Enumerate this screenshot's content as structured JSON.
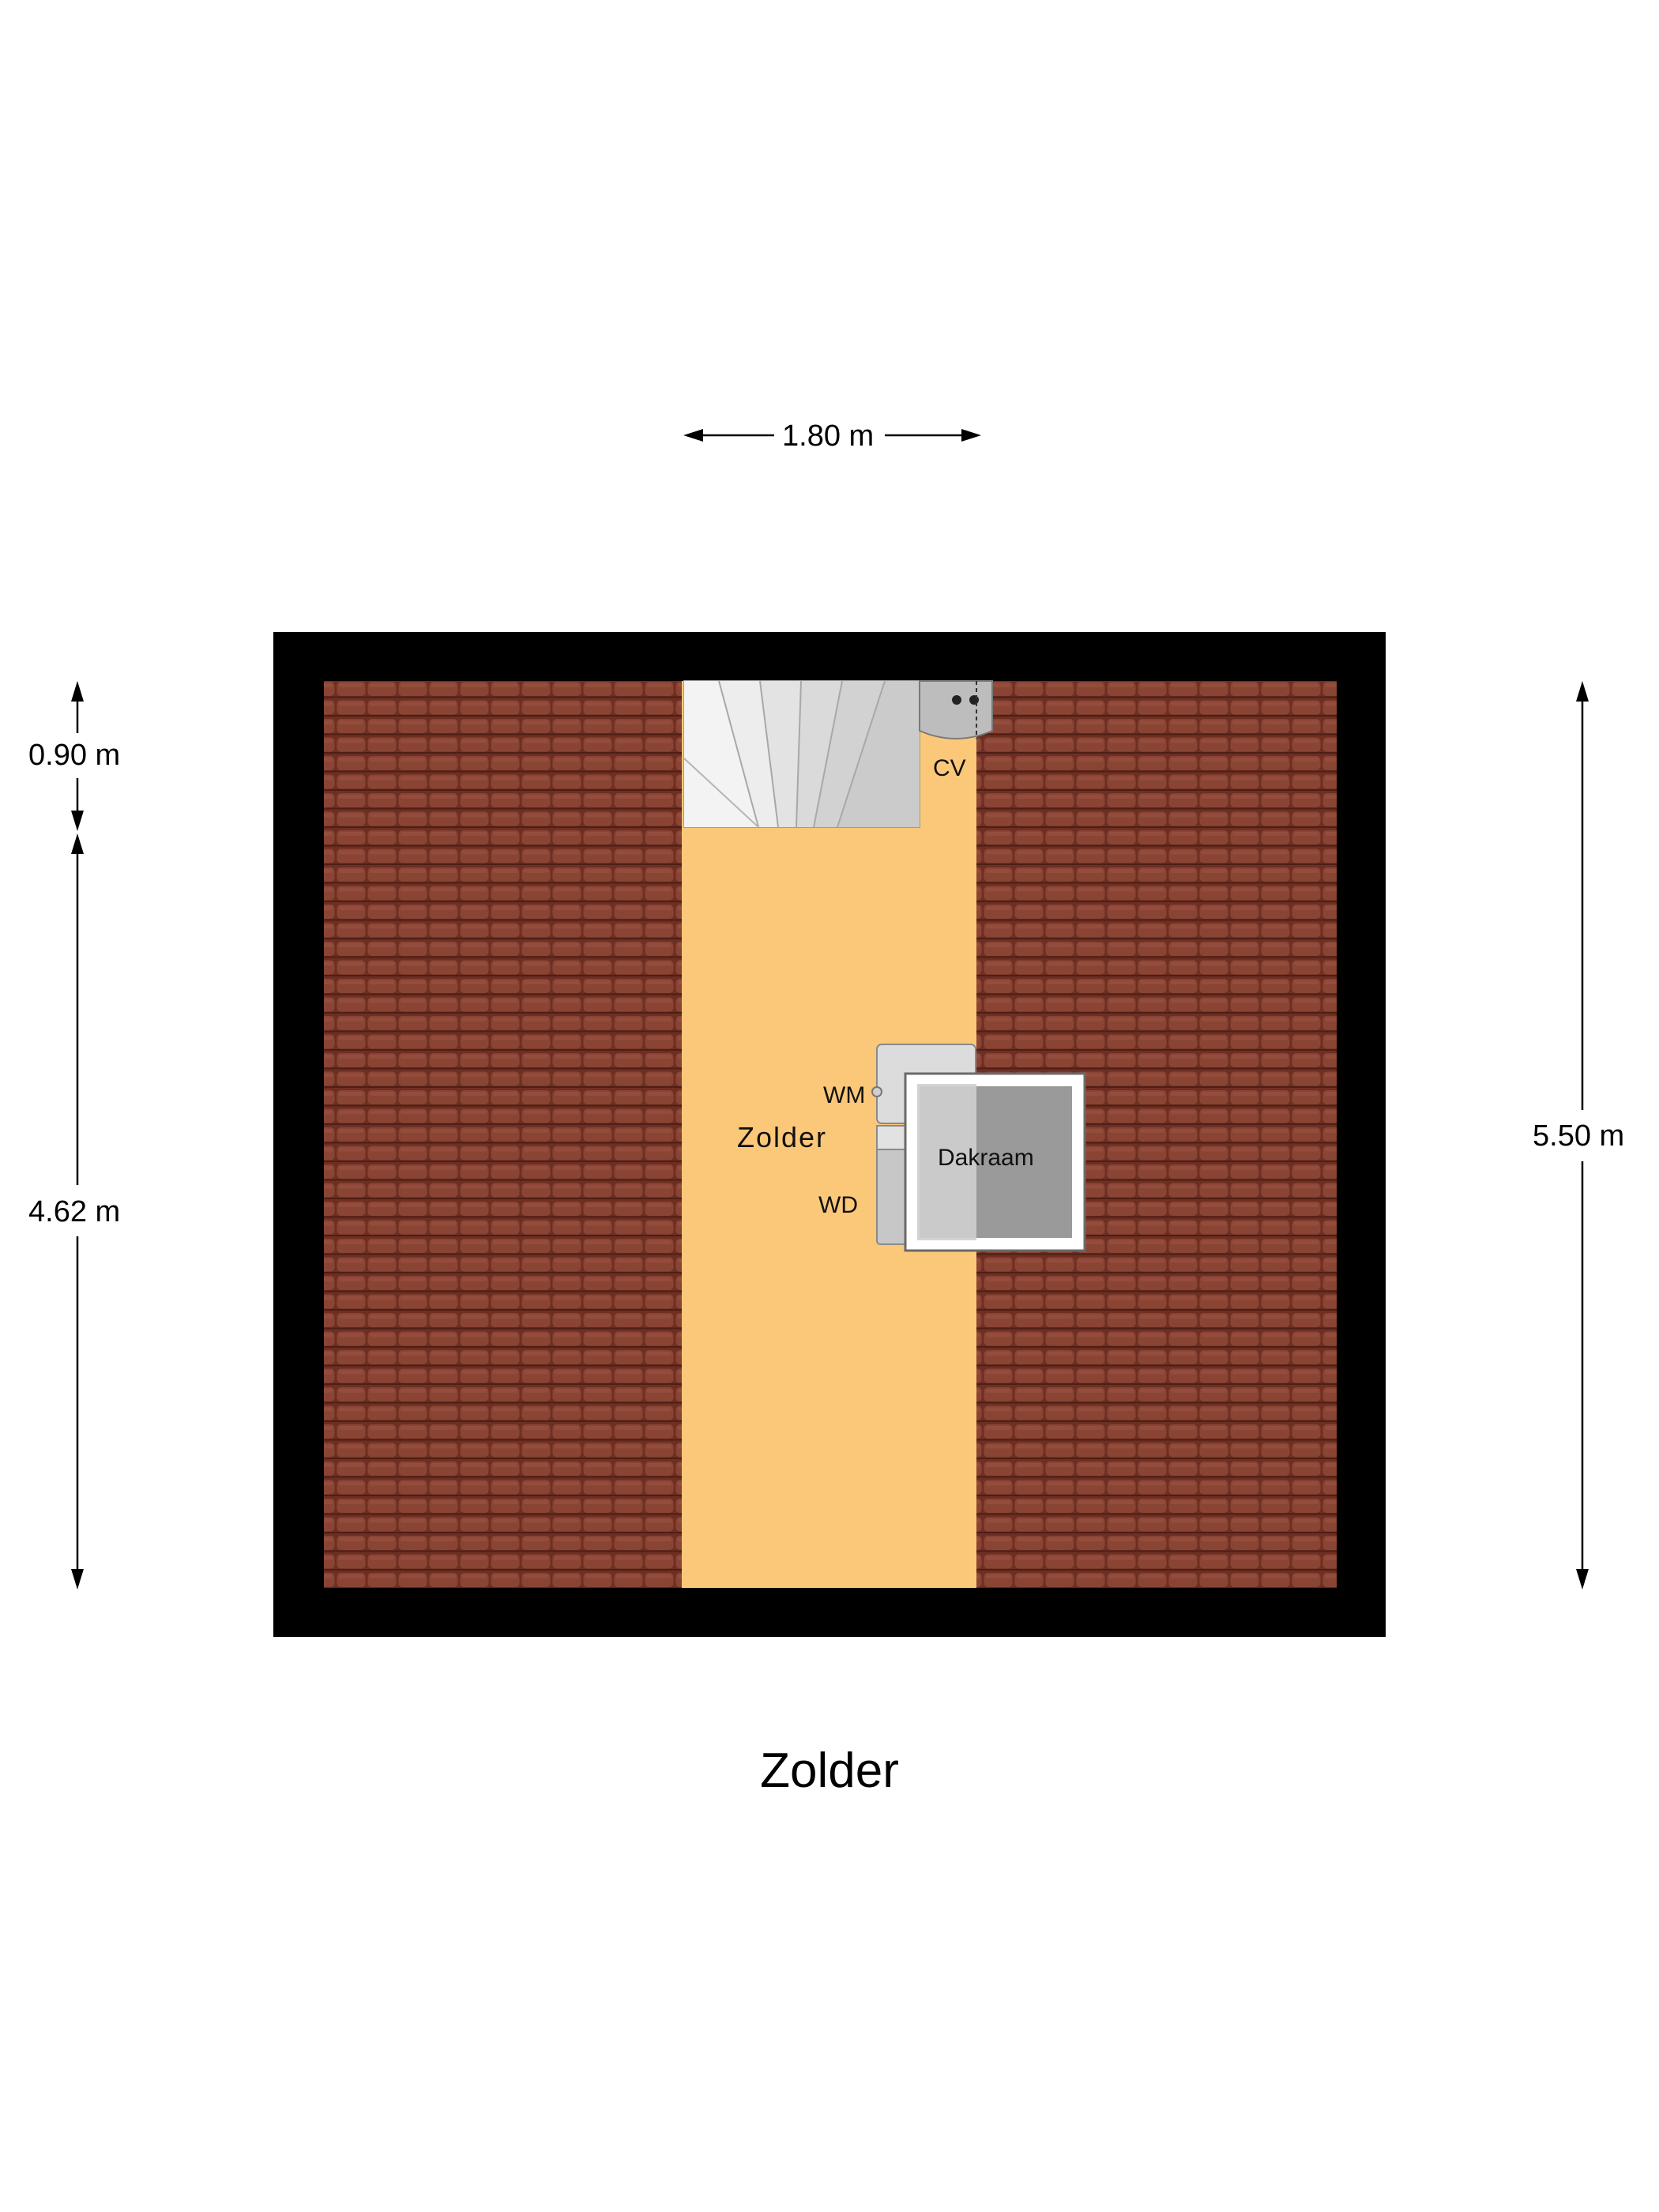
{
  "floor_title": "Zolder",
  "dimensions": {
    "top_width": "1.80 m",
    "left_upper": "0.90 m",
    "left_lower": "4.62 m",
    "right_total": "5.50 m"
  },
  "rooms": {
    "main_label": "Zolder",
    "skylight_label": "Dakraam"
  },
  "fixtures": {
    "boiler": "CV",
    "washing_machine": "WM",
    "dryer": "WD"
  },
  "colors": {
    "wall": "#000000",
    "roof_tiles": "#7c3b2c",
    "floor": "#fbc87a",
    "stairs": "#e6e6e6",
    "appliance": "#dcdcdc",
    "skylight_glass": "#9a9a9a"
  }
}
